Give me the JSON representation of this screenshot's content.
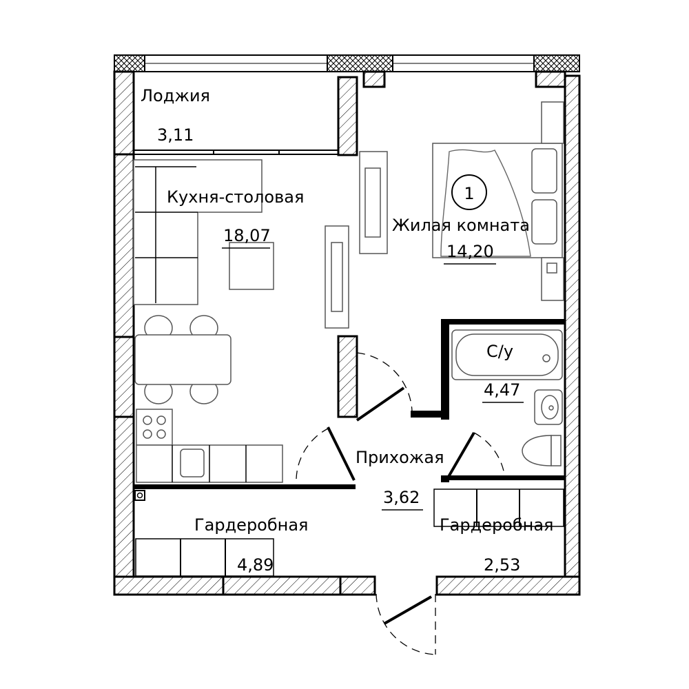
{
  "rooms": {
    "loggia": {
      "name": "Лоджия",
      "area": "3,11"
    },
    "kitchen": {
      "name": "Кухня-столовая",
      "area": "18,07"
    },
    "living": {
      "name": "Жилая комната",
      "area": "14,20",
      "marker": "1"
    },
    "bathroom": {
      "name": "С/у",
      "area": "4,47"
    },
    "hallway": {
      "name": "Прихожая",
      "area": "3,62"
    },
    "wardrobe_left": {
      "name": "Гардеробная",
      "area": "4,89"
    },
    "wardrobe_right": {
      "name": "Гардеробная",
      "area": "2,53"
    }
  },
  "colors": {
    "wall_stroke": "#000000",
    "furniture_stroke": "#555555",
    "background": "#ffffff"
  }
}
